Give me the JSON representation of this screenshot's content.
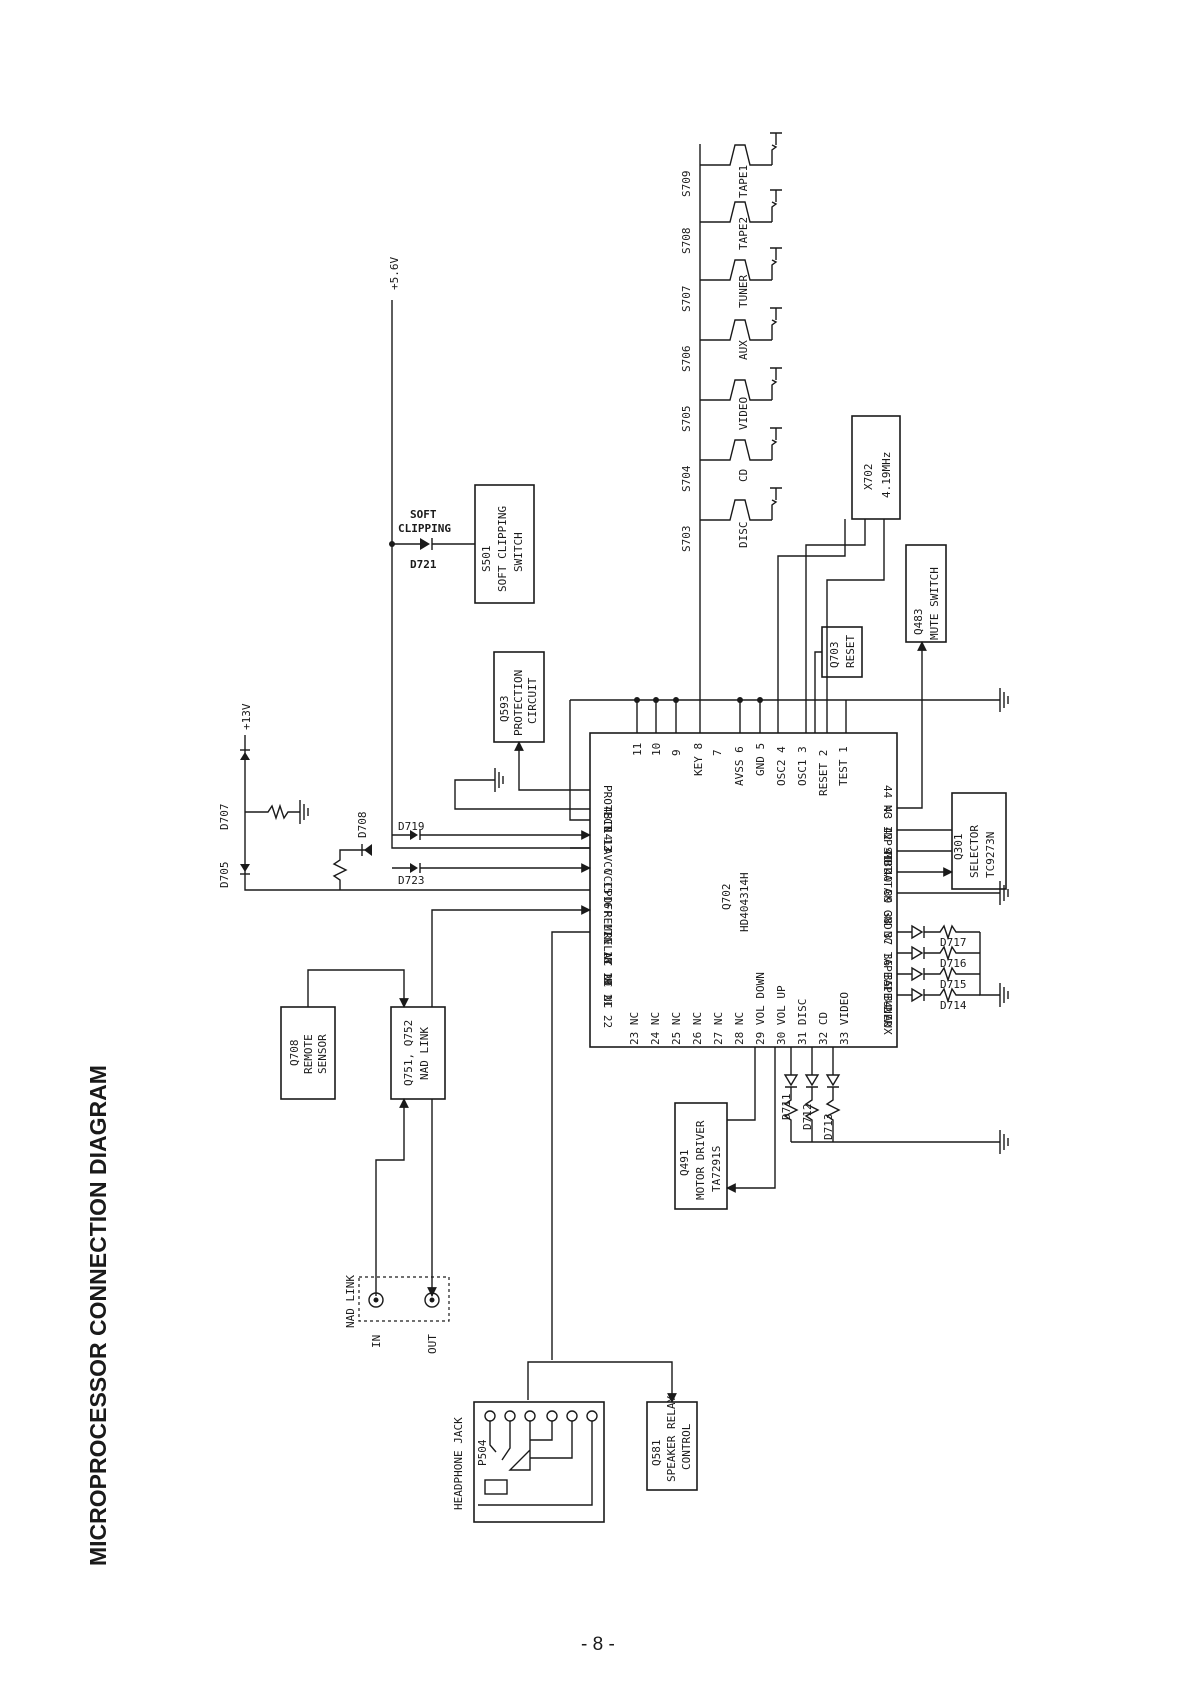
{
  "title": "MICROPROCESSOR CONNECTION DIAGRAM",
  "page_number": "- 8 -",
  "supplies": [
    "+5.6V",
    "+13V"
  ],
  "ic": {
    "ref": "Q702",
    "part": "HD404314H",
    "top_pins": [
      "11",
      "10",
      "9",
      "KEY 8",
      "7",
      "AVSS 6",
      "GND 5",
      "OSC2 4",
      "OSC1 3",
      "RESET 2",
      "TEST 1"
    ],
    "left_pins": [
      "PROTECT 12",
      "48IN 13",
      "14",
      "AVCC 15",
      "VCC 16",
      "POFF 17",
      "REMIN 18",
      "RELAY 19",
      "NC 20",
      "NC 21",
      "NC 22"
    ],
    "right_pins": [
      "44 NC",
      "43 INP MUT",
      "42 STB",
      "41 DATA",
      "40 CK",
      "39 GND",
      "38 NC",
      "37 TAPE-1",
      "36 TAPE-2",
      "35 TUNER",
      "34 AUX"
    ],
    "bottom_pins": [
      "23 NC",
      "24 NC",
      "25 NC",
      "26 NC",
      "27 NC",
      "28 NC",
      "29 VOL DOWN",
      "30 VOL UP",
      "31 DISC",
      "32 CD",
      "33 VIDEO"
    ]
  },
  "blocks": {
    "remote": [
      "Q708",
      "REMOTE",
      "SENSOR"
    ],
    "nad_link": [
      "Q751, Q752",
      "NAD LINK"
    ],
    "motor": [
      "Q491",
      "MOTOR DRIVER",
      "TA7291S"
    ],
    "protection": [
      "Q593",
      "PROTECTION",
      "CIRCUIT"
    ],
    "soft_switch": [
      "S501",
      "SOFT CLIPPING",
      "SWITCH"
    ],
    "crystal": [
      "X702",
      "4.19MHz"
    ],
    "reset": [
      "Q703",
      "RESET"
    ],
    "mute": [
      "Q483",
      "MUTE SWITCH"
    ],
    "selector": [
      "Q301",
      "SELECTOR",
      "TC9273N"
    ],
    "speaker_relay": [
      "Q581",
      "SPEAKER RELAY",
      "CONTROL"
    ]
  },
  "headphone": {
    "label": "HEADPHONE JACK",
    "ref": "P504"
  },
  "nad_link_jack": {
    "label": "NAD LINK",
    "in": "IN",
    "out": "OUT"
  },
  "soft_led": {
    "text1": "SOFT",
    "text2": "CLIPPING",
    "ref": "D721"
  },
  "diodes": {
    "d705": "D705",
    "d707": "D707",
    "d708": "D708",
    "d719": "D719",
    "d723": "D723"
  },
  "switches": [
    {
      "ref": "S703",
      "name": "DISC"
    },
    {
      "ref": "S704",
      "name": "CD"
    },
    {
      "ref": "S705",
      "name": "VIDEO"
    },
    {
      "ref": "S706",
      "name": "AUX"
    },
    {
      "ref": "S707",
      "name": "TUNER"
    },
    {
      "ref": "S708",
      "name": "TAPE2"
    },
    {
      "ref": "S709",
      "name": "TAPE1"
    }
  ],
  "leds_right": [
    "D717",
    "D716",
    "D715",
    "D714"
  ],
  "leds_bottom": [
    "D711",
    "D712",
    "D713"
  ]
}
